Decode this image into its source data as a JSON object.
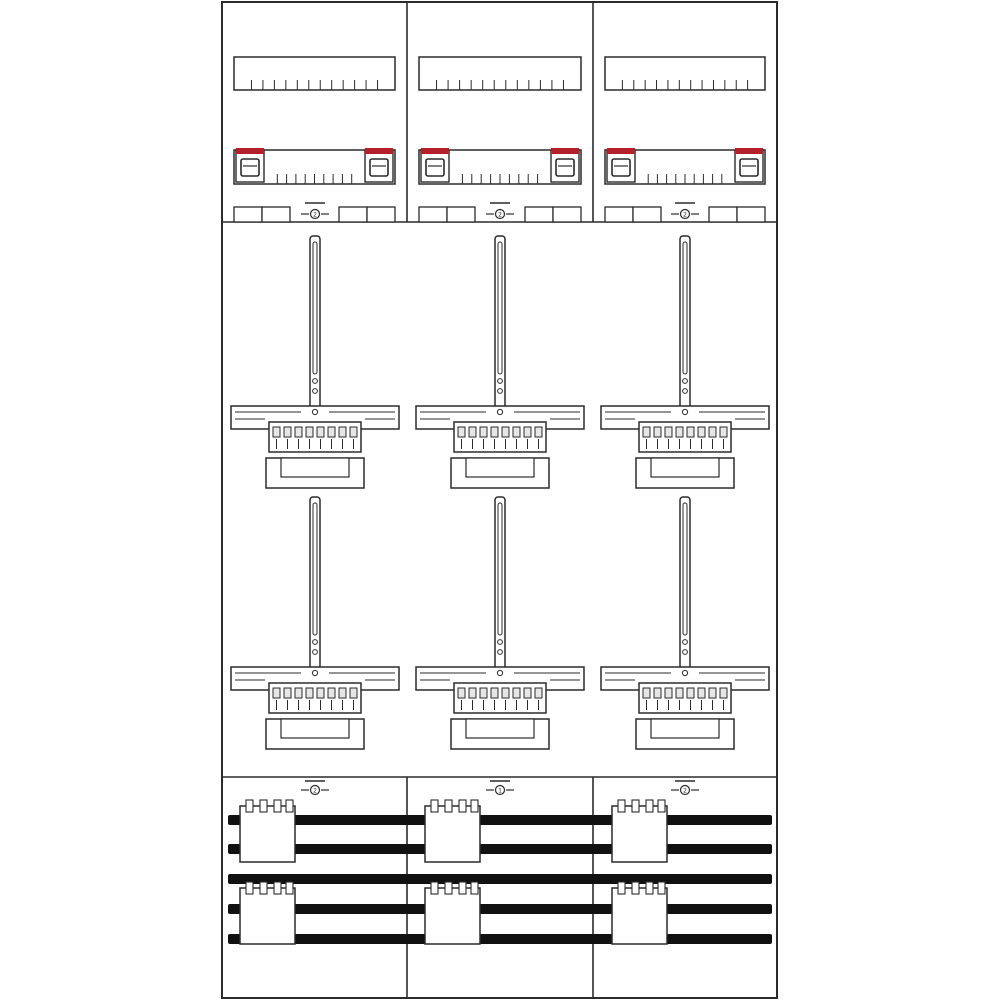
{
  "colors": {
    "line": "#2b2b2b",
    "fill": "#ffffff",
    "body": "#e6e6e6",
    "accent": "#b3202a",
    "busbar": "#111111"
  },
  "columns": [
    {
      "id": "left",
      "top_marker": "2",
      "bottom_marker": "2"
    },
    {
      "id": "middle",
      "top_marker": "2",
      "bottom_marker": "1"
    },
    {
      "id": "right",
      "top_marker": "2",
      "bottom_marker": "2"
    }
  ],
  "meter_rows": 2,
  "busbar_count": 5
}
